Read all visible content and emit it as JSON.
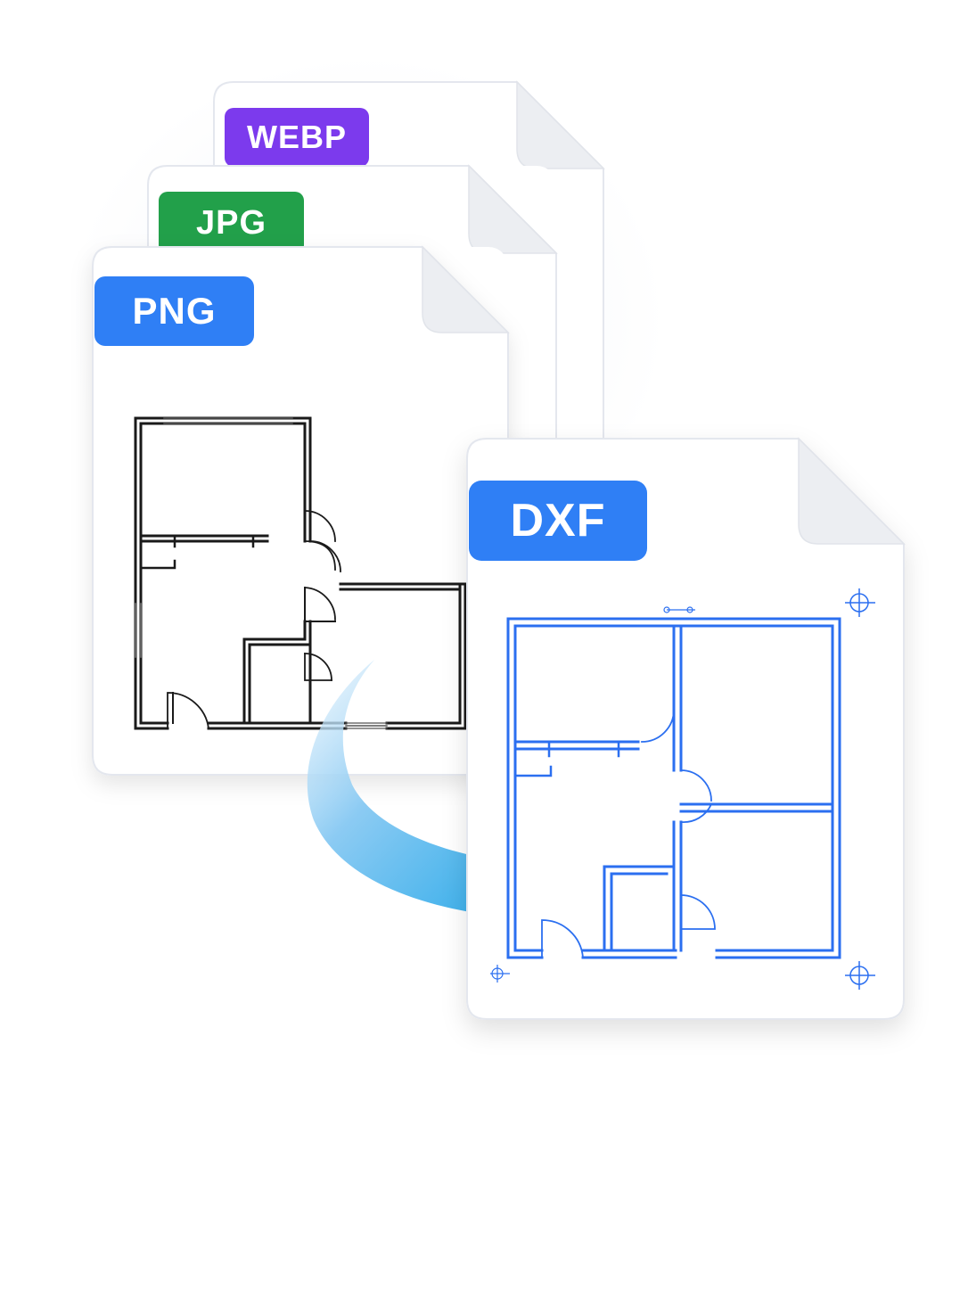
{
  "files": {
    "webp": {
      "label": "WEBP",
      "color": "#7c3aed"
    },
    "jpg": {
      "label": "JPG",
      "color": "#22a04a"
    },
    "png": {
      "label": "PNG",
      "color": "#2f7ff5"
    },
    "dxf": {
      "label": "DXF",
      "color": "#2f7ff5"
    }
  },
  "colors": {
    "source_plan_line": "#1a1a1a",
    "output_plan_line": "#2b6ff0",
    "arrow_start": "#cfe6fa",
    "arrow_end": "#0a9fe6",
    "doc_border": "#e4e7ee",
    "fold": "#eceef2"
  },
  "icons": {
    "conversion_arrow": "curved-arrow-icon",
    "registration_mark": "crosshair-icon"
  }
}
